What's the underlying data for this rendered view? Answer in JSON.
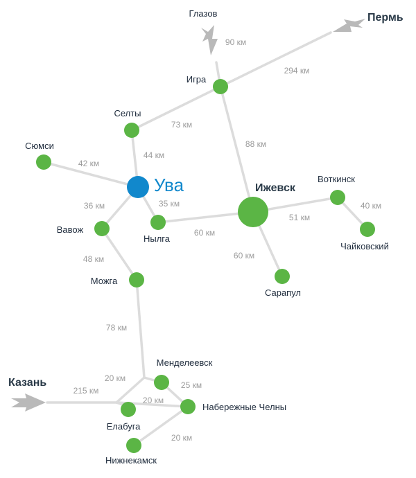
{
  "colors": {
    "road": "#dcdcdc",
    "town": "#5bb545",
    "capital": "#1188cc",
    "arrow": "#b9b9b9",
    "label": "#1e2b3c",
    "distance": "#9b9b9b"
  },
  "highlight_city": "Ува",
  "cities": {
    "glazov": "Глазов",
    "igra": "Игра",
    "perm": "Пермь",
    "selty": "Селты",
    "syumsi": "Сюмси",
    "uva": "Ува",
    "izhevsk": "Ижевск",
    "votkinsk": "Воткинск",
    "chaikovsky": "Чайковский",
    "vavozh": "Вавож",
    "nylga": "Нылга",
    "sarapul": "Сарапул",
    "mozhga": "Можга",
    "mendeleevsk": "Менделеевск",
    "kazan": "Казань",
    "elabuga": "Елабуга",
    "naberezhnye_chelny": "Набережные Челны",
    "nizhnekamsk": "Нижнекамск"
  },
  "distances": {
    "glazov_igra": "90 км",
    "igra_perm": "294 км",
    "igra_selty": "73 км",
    "igra_izhevsk": "88 км",
    "selty_uva": "44 км",
    "syumsi_uva": "42 км",
    "uva_vavozh": "36 км",
    "uva_nylga": "35 км",
    "nylga_izhevsk": "60 км",
    "izhevsk_votkinsk": "51 км",
    "votkinsk_chaikovsky": "40 км",
    "izhevsk_sarapul": "60 км",
    "vavozh_mozhga": "48 км",
    "mozhga_junction": "78 км",
    "junction_elabuga": "20 км",
    "mendeleevsk_chelny": "25 км",
    "kazan_elabuga": "215 км",
    "elabuga_chelny": "20 км",
    "nizhnekamsk_chelny": "20 км"
  }
}
